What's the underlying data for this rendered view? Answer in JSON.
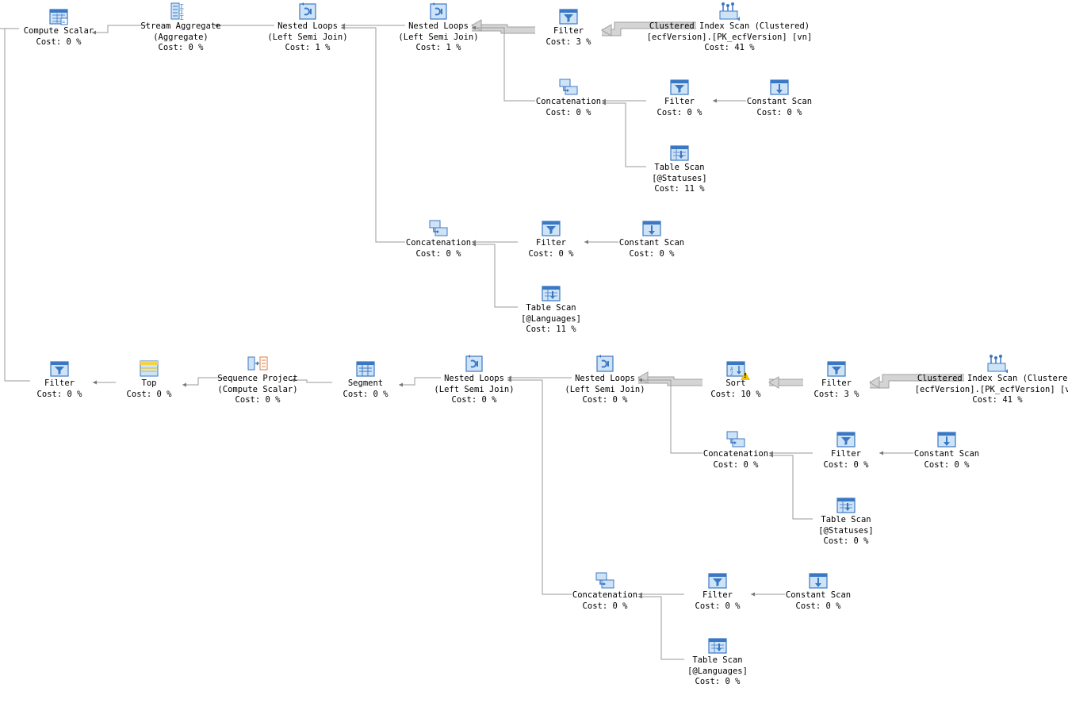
{
  "plan": {
    "nodes": [
      {
        "id": "n1",
        "icon": "compute-scalar",
        "lines": [
          "Compute Scalar",
          "Cost: 0 %"
        ],
        "warning": false
      },
      {
        "id": "n2",
        "icon": "stream-aggregate",
        "lines": [
          "Stream Aggregate",
          "(Aggregate)",
          "Cost: 0 %"
        ],
        "warning": false
      },
      {
        "id": "n3",
        "icon": "nested-loops",
        "lines": [
          "Nested Loops",
          "(Left Semi Join)",
          "Cost: 1 %"
        ],
        "warning": false
      },
      {
        "id": "n4",
        "icon": "nested-loops",
        "lines": [
          "Nested Loops",
          "(Left Semi Join)",
          "Cost: 1 %"
        ],
        "warning": false
      },
      {
        "id": "n5",
        "icon": "filter",
        "lines": [
          "Filter",
          "Cost: 3 %"
        ],
        "warning": false
      },
      {
        "id": "n6",
        "icon": "clustered-index-scan",
        "lines": [
          "Clustered Index Scan (Clustered)",
          "[ecfVersion].[PK_ecfVersion] [vn]",
          "Cost: 41 %"
        ],
        "warning": false
      },
      {
        "id": "n7",
        "icon": "concatenation",
        "lines": [
          "Concatenation",
          "Cost: 0 %"
        ],
        "warning": false
      },
      {
        "id": "n8",
        "icon": "filter",
        "lines": [
          "Filter",
          "Cost: 0 %"
        ],
        "warning": false
      },
      {
        "id": "n9",
        "icon": "constant-scan",
        "lines": [
          "Constant Scan",
          "Cost: 0 %"
        ],
        "warning": false
      },
      {
        "id": "n10",
        "icon": "table-scan",
        "lines": [
          "Table Scan",
          "[@Statuses]",
          "Cost: 11 %"
        ],
        "warning": false
      },
      {
        "id": "n11",
        "icon": "concatenation",
        "lines": [
          "Concatenation",
          "Cost: 0 %"
        ],
        "warning": false
      },
      {
        "id": "n12",
        "icon": "filter",
        "lines": [
          "Filter",
          "Cost: 0 %"
        ],
        "warning": false
      },
      {
        "id": "n13",
        "icon": "constant-scan",
        "lines": [
          "Constant Scan",
          "Cost: 0 %"
        ],
        "warning": false
      },
      {
        "id": "n14",
        "icon": "table-scan",
        "lines": [
          "Table Scan",
          "[@Languages]",
          "Cost: 11 %"
        ],
        "warning": false
      },
      {
        "id": "n15",
        "icon": "filter",
        "lines": [
          "Filter",
          "Cost: 0 %"
        ],
        "warning": false
      },
      {
        "id": "n16",
        "icon": "top",
        "lines": [
          "Top",
          "Cost: 0 %"
        ],
        "warning": false
      },
      {
        "id": "n17",
        "icon": "sequence-project",
        "lines": [
          "Sequence Project",
          "(Compute Scalar)",
          "Cost: 0 %"
        ],
        "warning": false
      },
      {
        "id": "n18",
        "icon": "segment",
        "lines": [
          "Segment",
          "Cost: 0 %"
        ],
        "warning": false
      },
      {
        "id": "n19",
        "icon": "nested-loops",
        "lines": [
          "Nested Loops",
          "(Left Semi Join)",
          "Cost: 0 %"
        ],
        "warning": false
      },
      {
        "id": "n20",
        "icon": "nested-loops",
        "lines": [
          "Nested Loops",
          "(Left Semi Join)",
          "Cost: 0 %"
        ],
        "warning": false
      },
      {
        "id": "n21",
        "icon": "sort",
        "lines": [
          "Sort",
          "Cost: 10 %"
        ],
        "warning": true
      },
      {
        "id": "n22",
        "icon": "filter",
        "lines": [
          "Filter",
          "Cost: 3 %"
        ],
        "warning": false
      },
      {
        "id": "n23",
        "icon": "clustered-index-scan",
        "lines": [
          "Clustered Index Scan (Clustered)",
          "[ecfVersion].[PK_ecfVersion] [vn]",
          "Cost: 41 %"
        ],
        "warning": false
      },
      {
        "id": "n24",
        "icon": "concatenation",
        "lines": [
          "Concatenation",
          "Cost: 0 %"
        ],
        "warning": false
      },
      {
        "id": "n25",
        "icon": "filter",
        "lines": [
          "Filter",
          "Cost: 0 %"
        ],
        "warning": false
      },
      {
        "id": "n26",
        "icon": "constant-scan",
        "lines": [
          "Constant Scan",
          "Cost: 0 %"
        ],
        "warning": false
      },
      {
        "id": "n27",
        "icon": "table-scan",
        "lines": [
          "Table Scan",
          "[@Statuses]",
          "Cost: 0 %"
        ],
        "warning": false
      },
      {
        "id": "n28",
        "icon": "concatenation",
        "lines": [
          "Concatenation",
          "Cost: 0 %"
        ],
        "warning": false
      },
      {
        "id": "n29",
        "icon": "filter",
        "lines": [
          "Filter",
          "Cost: 0 %"
        ],
        "warning": false
      },
      {
        "id": "n30",
        "icon": "constant-scan",
        "lines": [
          "Constant Scan",
          "Cost: 0 %"
        ],
        "warning": false
      },
      {
        "id": "n31",
        "icon": "table-scan",
        "lines": [
          "Table Scan",
          "[@Languages]",
          "Cost: 0 %"
        ],
        "warning": false
      }
    ],
    "edges": [
      {
        "from": "n2",
        "to": "n1",
        "weight": "thin"
      },
      {
        "from": "n3",
        "to": "n2",
        "weight": "thin"
      },
      {
        "from": "n4",
        "to": "n3",
        "weight": "thin"
      },
      {
        "from": "n11",
        "to": "n3",
        "weight": "thin"
      },
      {
        "from": "n5",
        "to": "n4",
        "weight": "thick"
      },
      {
        "from": "n6",
        "to": "n5",
        "weight": "thick"
      },
      {
        "from": "n7",
        "to": "n4",
        "weight": "thin"
      },
      {
        "from": "n8",
        "to": "n7",
        "weight": "thin"
      },
      {
        "from": "n9",
        "to": "n8",
        "weight": "thin"
      },
      {
        "from": "n10",
        "to": "n7",
        "weight": "thin"
      },
      {
        "from": "n12",
        "to": "n11",
        "weight": "thin"
      },
      {
        "from": "n13",
        "to": "n12",
        "weight": "thin"
      },
      {
        "from": "n14",
        "to": "n11",
        "weight": "thin"
      },
      {
        "from": "n16",
        "to": "n15",
        "weight": "thin"
      },
      {
        "from": "n17",
        "to": "n16",
        "weight": "thin"
      },
      {
        "from": "n18",
        "to": "n17",
        "weight": "thin"
      },
      {
        "from": "n19",
        "to": "n18",
        "weight": "thin"
      },
      {
        "from": "n20",
        "to": "n19",
        "weight": "thin"
      },
      {
        "from": "n28",
        "to": "n19",
        "weight": "thin"
      },
      {
        "from": "n21",
        "to": "n20",
        "weight": "thick"
      },
      {
        "from": "n22",
        "to": "n21",
        "weight": "thick"
      },
      {
        "from": "n23",
        "to": "n22",
        "weight": "thick"
      },
      {
        "from": "n24",
        "to": "n20",
        "weight": "thin"
      },
      {
        "from": "n25",
        "to": "n24",
        "weight": "thin"
      },
      {
        "from": "n26",
        "to": "n25",
        "weight": "thin"
      },
      {
        "from": "n27",
        "to": "n24",
        "weight": "thin"
      },
      {
        "from": "n29",
        "to": "n28",
        "weight": "thin"
      },
      {
        "from": "n30",
        "to": "n29",
        "weight": "thin"
      },
      {
        "from": "n31",
        "to": "n28",
        "weight": "thin"
      }
    ]
  },
  "colors": {
    "icon_blue": "#3b78c4",
    "icon_light": "#cfe3f7",
    "wire": "#9a9a9a",
    "thick_wire": "#d4d4d4",
    "warning": "#f2c200"
  }
}
